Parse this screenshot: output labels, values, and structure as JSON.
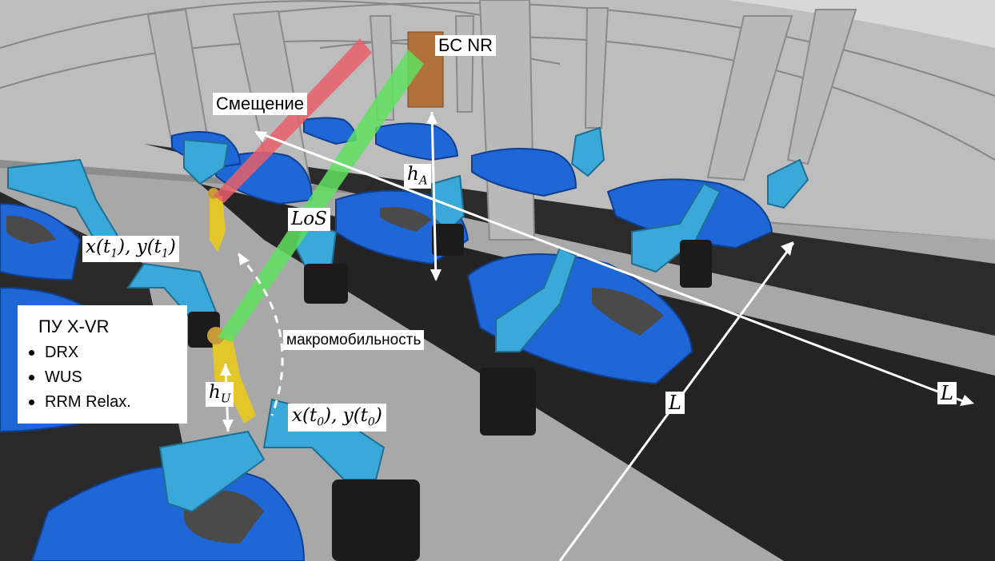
{
  "scene": {
    "labels": {
      "base_station": "БС NR",
      "offset": "Смещение",
      "h_a": "h",
      "h_a_sub": "A",
      "los": "LoS",
      "pos_t1": "x(t",
      "pos_t1_mid": "1",
      "pos_t1_b": "), y(t",
      "pos_t1_sub2": "1",
      "pos_t1_end": ")",
      "pos_t0": "x(t",
      "pos_t0_mid": "0",
      "pos_t0_b": "), y(t",
      "pos_t0_sub2": "0",
      "pos_t0_end": ")",
      "macromobility": "макромобильность",
      "h_u": "h",
      "h_u_sub": "U",
      "l_left": "L",
      "l_right": "L"
    },
    "legend": {
      "title": "ПУ X-VR",
      "items": [
        "DRX",
        "WUS",
        "RRM Relax."
      ]
    },
    "colors": {
      "robot_arm": "#3aa8d8",
      "car_body": "#1f66d6",
      "los_beam": "#5fe05f",
      "offset_beam": "#e8606a",
      "floor_dark": "#2a2a2a",
      "floor_light": "#9a9a9a",
      "worker_vest": "#e3c72a"
    }
  }
}
